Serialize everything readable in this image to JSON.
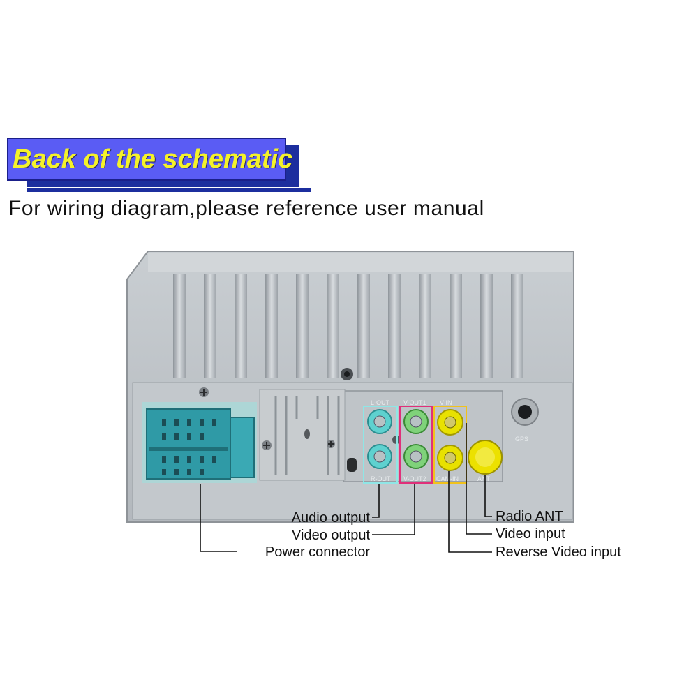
{
  "title": "Back of the schematic",
  "subtitle": "For wiring diagram,please reference user manual",
  "labels": {
    "audio_output": "Audio output",
    "video_output": "Video output",
    "power_connector": "Power connector",
    "radio_ant": "Radio ANT",
    "video_input": "Video input",
    "reverse_video_input": "Reverse Video input"
  },
  "port_marks": {
    "l_out": "L-OUT",
    "r_out": "R-OUT",
    "v_out1": "V-OUT1",
    "v_out2": "V-OUT2",
    "v_in": "V-IN",
    "cam_in": "CAM-IN",
    "ant": "ANT",
    "gps": "GPS"
  },
  "colors": {
    "banner_fill": "#5a5cf4",
    "banner_shadow": "#1c2e9e",
    "title_text": "#f4f22a",
    "housing": "#bdc2c6",
    "power_connector": "#2f9aa6",
    "audio_jack": "#5ed1cf",
    "video_out_jack": "#7fd27a",
    "yellow_jack": "#e8e100",
    "highlight_audio": "#8fe6e6",
    "highlight_video_out": "#e0307a",
    "highlight_yellow": "#f1c21b"
  }
}
